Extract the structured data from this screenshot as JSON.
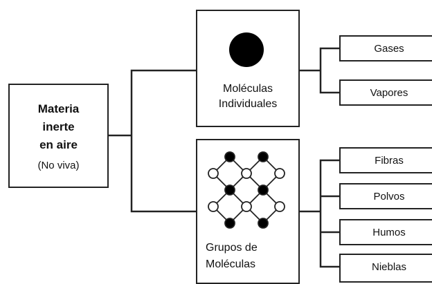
{
  "root": {
    "title_lines": [
      "Materia",
      "inerte",
      "en aire"
    ],
    "note": "(No viva)"
  },
  "branch_individual": {
    "label_lines": [
      "Moléculas",
      "Individuales"
    ],
    "icon": "solid-molecule-icon",
    "children": [
      "Gases",
      "Vapores"
    ]
  },
  "branch_groups": {
    "label_lines": [
      "Grupos de",
      "Moléculas"
    ],
    "icon": "molecule-lattice-icon",
    "children": [
      "Fibras",
      "Polvos",
      "Humos",
      "Nieblas"
    ]
  },
  "colors": {
    "line": "#222222",
    "fill": "#ffffff",
    "text": "#111111"
  }
}
